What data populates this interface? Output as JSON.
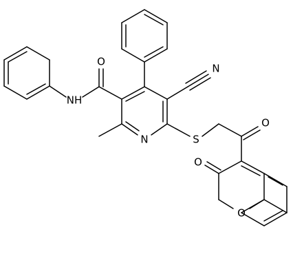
{
  "atoms": [
    {
      "id": "N_amide",
      "label": "NH"
    },
    {
      "id": "O_amide",
      "label": "O"
    },
    {
      "id": "N_nitrile",
      "label": "N"
    },
    {
      "id": "N_pyridine",
      "label": "N"
    },
    {
      "id": "S_thio",
      "label": "S"
    },
    {
      "id": "O_ketone",
      "label": "O"
    },
    {
      "id": "O_lactone_carbonyl",
      "label": "O"
    },
    {
      "id": "O_ring",
      "label": "O"
    }
  ]
}
